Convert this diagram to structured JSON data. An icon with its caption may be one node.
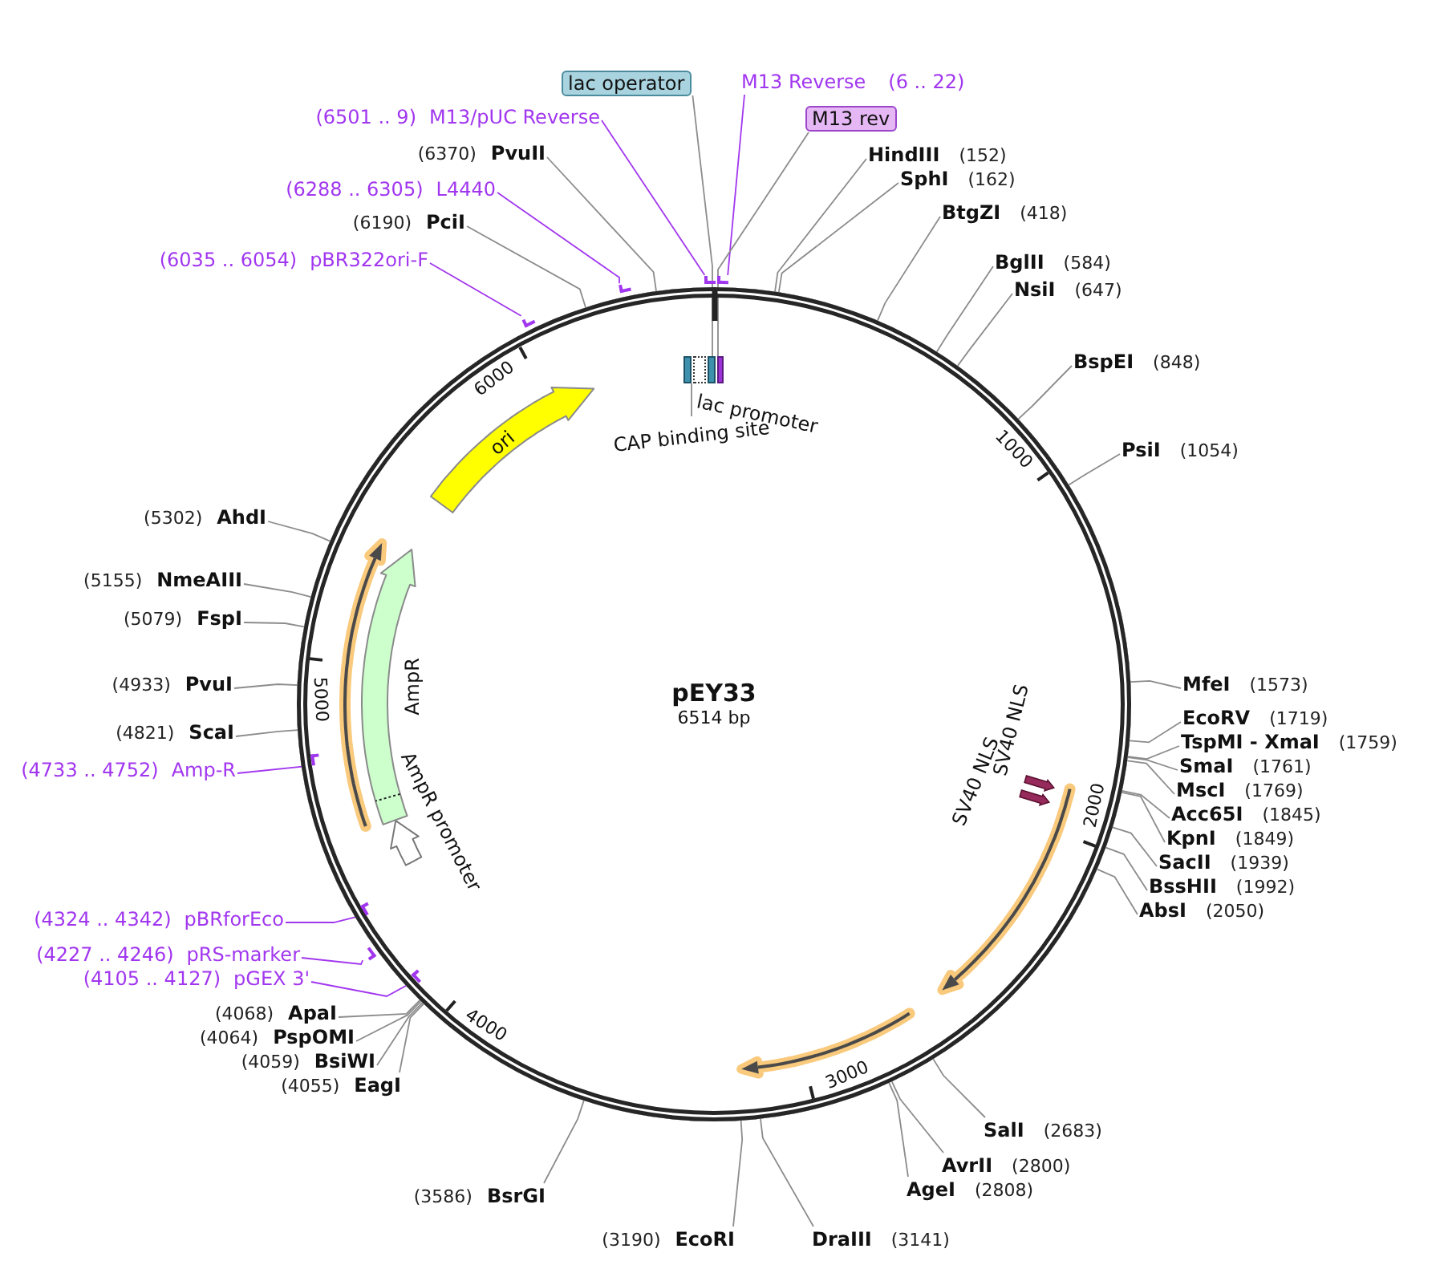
{
  "diagram": {
    "nodes": [
      {
        "text": [
          "pEY33",
          "6514 bp"
        ]
      },
      {
        "text": [
          "ori"
        ],
        "in": 0
      },
      {
        "text": [],
        "shape": "box",
        "in": 0
      },
      {
        "text": [],
        "shape": "box",
        "in": 0,
        "beside": [
          "lac promoter"
        ]
      },
      {
        "text": [],
        "shape": "box",
        "in": 0
      },
      {
        "text": [],
        "shape": "box",
        "in": 0
      },
      {
        "text": [
          "CAP binding site"
        ],
        "in": 0
      },
      {
        "text": [],
        "shape": "arrow",
        "in": 0,
        "beside": [
          "SV40 NLS"
        ]
      },
      {
        "text": [],
        "shape": "arrow",
        "in": 0,
        "beside": [
          "SV40 NLS"
        ]
      },
      {
        "text": [],
        "shape": "arrow",
        "in": 0,
        "beside": [
          "AmpR promoter"
        ]
      },
      {
        "text": [],
        "shape": "arrow",
        "in": 0,
        "beside": [
          "AmpR"
        ]
      },
      {
        "text": [
          "lac operator"
        ]
      },
      {
        "text": [
          "M13 Reverse",
          "(6 .. 22)"
        ]
      },
      {
        "text": [
          "M13 rev"
        ]
      },
      {
        "text": [
          "HindIII",
          "(152)"
        ]
      },
      {
        "text": [
          "SphI",
          "(162)"
        ]
      },
      {
        "text": [
          "BtgZI",
          "(418)"
        ]
      },
      {
        "text": [
          "BglII",
          "(584)"
        ]
      },
      {
        "text": [
          "NsiI",
          "(647)"
        ]
      },
      {
        "text": [
          "BspEI",
          "(848)"
        ]
      },
      {
        "text": [
          "PsiI",
          "(1054)"
        ]
      },
      {
        "text": [
          "MfeI",
          "(1573)"
        ]
      },
      {
        "text": [
          "EcoRV",
          "(1719)"
        ]
      },
      {
        "text": [
          "TspMI - XmaI",
          "(1759)"
        ]
      },
      {
        "text": [
          "SmaI",
          "(1761)"
        ]
      },
      {
        "text": [
          "MscI",
          "(1769)"
        ]
      },
      {
        "text": [
          "Acc65I",
          "(1845)"
        ]
      },
      {
        "text": [
          "KpnI",
          "(1849)"
        ]
      },
      {
        "text": [
          "SacII",
          "(1939)"
        ]
      },
      {
        "text": [
          "BssHII",
          "(1992)"
        ]
      },
      {
        "text": [
          "AbsI",
          "(2050)"
        ]
      },
      {
        "text": [
          "SalI",
          "(2683)"
        ]
      },
      {
        "text": [
          "AvrII",
          "(2800)"
        ]
      },
      {
        "text": [
          "AgeI",
          "(2808)"
        ]
      },
      {
        "text": [
          "DraIII",
          "(3141)"
        ]
      },
      {
        "text": [
          "(3190)",
          "EcoRI"
        ]
      },
      {
        "text": [
          "(3586)",
          "BsrGI"
        ]
      },
      {
        "text": [
          "(4055)",
          "EagI"
        ]
      },
      {
        "text": [
          "(4059)",
          "BsiWI"
        ]
      },
      {
        "text": [
          "(4064)",
          "PspOMI"
        ]
      },
      {
        "text": [
          "(4068)",
          "ApaI"
        ]
      },
      {
        "text": [
          "(4105 .. 4127)",
          "pGEX 3'"
        ]
      },
      {
        "text": [
          "(4227 .. 4246)",
          "pRS-marker"
        ]
      },
      {
        "text": [
          "(4324 .. 4342)",
          "pBRforEco"
        ]
      },
      {
        "text": [
          "(4733 .. 4752)",
          "Amp-R"
        ]
      },
      {
        "text": [
          "(4821)",
          "ScaI"
        ]
      },
      {
        "text": [
          "(4933)",
          "PvuI"
        ]
      },
      {
        "text": [
          "(5079)",
          "FspI"
        ]
      },
      {
        "text": [
          "(5155)",
          "NmeAIII"
        ]
      },
      {
        "text": [
          "(5302)",
          "AhdI"
        ]
      },
      {
        "text": [
          "(6035 .. 6054)",
          "pBR322ori-F"
        ]
      },
      {
        "text": [
          "(6190)",
          "PciI"
        ]
      },
      {
        "text": [
          "(6288 .. 6305)",
          "L4440"
        ]
      },
      {
        "text": [
          "(6370)",
          "PvuII"
        ]
      },
      {
        "text": [
          "(6501 .. 9)",
          "M13/pUC Reverse"
        ]
      },
      {
        "text": [],
        "shape": "bar"
      },
      {
        "text": [],
        "shape": "bar"
      },
      {
        "text": [],
        "shape": "bar",
        "in": 0
      },
      {
        "text": [],
        "shape": "bar",
        "in": 0
      },
      {
        "text": [],
        "shape": "bar",
        "in": 0
      },
      {
        "text": [],
        "shape": "bar",
        "in": 0
      },
      {
        "text": [],
        "shape": "bar",
        "in": 0
      },
      {
        "text": [],
        "shape": "bar",
        "in": 0
      }
    ],
    "edges": [
      {
        "from": 6,
        "to": 2,
        "arrow": "none"
      },
      {
        "from": 11,
        "to": 4,
        "arrow": "none"
      },
      {
        "from": 12,
        "to": 56,
        "arrow": "none",
        "color": "#a136ef"
      },
      {
        "from": 13,
        "to": 5,
        "arrow": "none"
      },
      {
        "from": 14,
        "to": 0,
        "arrow": "none"
      },
      {
        "from": 15,
        "to": 0,
        "arrow": "none"
      },
      {
        "from": 16,
        "to": 0,
        "arrow": "none"
      },
      {
        "from": 17,
        "to": 0,
        "arrow": "none"
      },
      {
        "from": 18,
        "to": 0,
        "arrow": "none"
      },
      {
        "from": 19,
        "to": 0,
        "arrow": "none"
      },
      {
        "from": 20,
        "to": 0,
        "arrow": "none"
      },
      {
        "from": 21,
        "to": 0,
        "arrow": "none"
      },
      {
        "from": 22,
        "to": 0,
        "arrow": "none"
      },
      {
        "from": 23,
        "to": 0,
        "arrow": "none"
      },
      {
        "from": 24,
        "to": 0,
        "arrow": "none"
      },
      {
        "from": 25,
        "to": 0,
        "arrow": "none"
      },
      {
        "from": 26,
        "to": 0,
        "arrow": "none"
      },
      {
        "from": 27,
        "to": 0,
        "arrow": "none"
      },
      {
        "from": 28,
        "to": 0,
        "arrow": "none"
      },
      {
        "from": 29,
        "to": 0,
        "arrow": "none"
      },
      {
        "from": 30,
        "to": 0,
        "arrow": "none"
      },
      {
        "from": 31,
        "to": 0,
        "arrow": "none"
      },
      {
        "from": 32,
        "to": 0,
        "arrow": "none"
      },
      {
        "from": 33,
        "to": 0,
        "arrow": "none"
      },
      {
        "from": 34,
        "to": 0,
        "arrow": "none"
      },
      {
        "from": 35,
        "to": 0,
        "arrow": "none"
      },
      {
        "from": 36,
        "to": 0,
        "arrow": "none"
      },
      {
        "from": 37,
        "to": 0,
        "arrow": "none"
      },
      {
        "from": 38,
        "to": 0,
        "arrow": "none"
      },
      {
        "from": 39,
        "to": 0,
        "arrow": "none"
      },
      {
        "from": 40,
        "to": 0,
        "arrow": "none"
      },
      {
        "from": 41,
        "to": 62,
        "arrow": "none",
        "color": "#a136ef"
      },
      {
        "from": 42,
        "to": 61,
        "arrow": "none",
        "color": "#a136ef"
      },
      {
        "from": 43,
        "to": 60,
        "arrow": "none",
        "color": "#a136ef"
      },
      {
        "from": 44,
        "to": 59,
        "arrow": "none",
        "color": "#a136ef"
      },
      {
        "from": 45,
        "to": 0,
        "arrow": "none"
      },
      {
        "from": 46,
        "to": 0,
        "arrow": "none"
      },
      {
        "from": 47,
        "to": 0,
        "arrow": "none"
      },
      {
        "from": 48,
        "to": 0,
        "arrow": "none"
      },
      {
        "from": 49,
        "to": 0,
        "arrow": "none"
      },
      {
        "from": 50,
        "to": 58,
        "arrow": "none",
        "color": "#a136ef"
      },
      {
        "from": 51,
        "to": 0,
        "arrow": "none"
      },
      {
        "from": 52,
        "to": 57,
        "arrow": "none",
        "color": "#a136ef"
      },
      {
        "from": 53,
        "to": 0,
        "arrow": "none"
      },
      {
        "from": 54,
        "to": 55,
        "arrow": "none",
        "color": "#a136ef"
      }
    ],
    "labels": [
      "6000",
      "1000",
      "5000",
      "2000",
      "4000",
      "3000"
    ]
  }
}
